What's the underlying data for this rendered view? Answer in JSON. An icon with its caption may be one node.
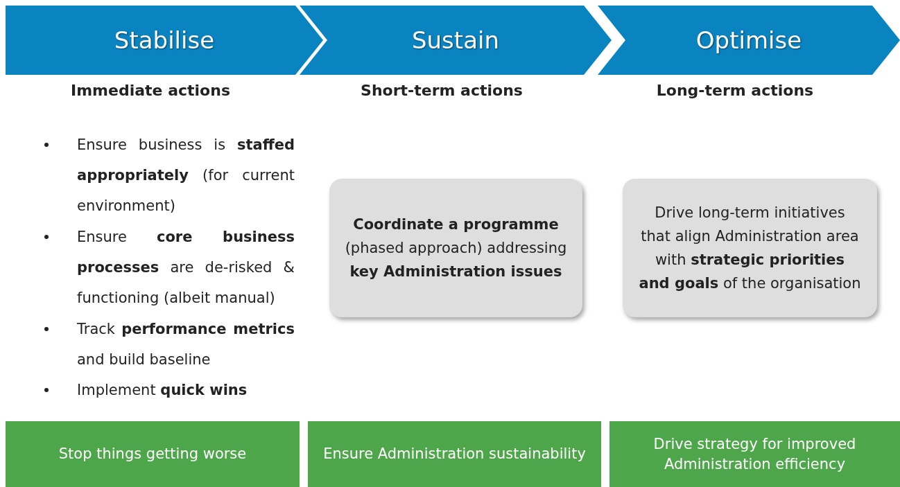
{
  "diagram": {
    "nodes": [
      {
        "text": [
          "Stabilise"
        ],
        "beside": [
          "Immediate actions"
        ]
      },
      {
        "text": [
          "Sustain"
        ],
        "beside": [
          "Short-term actions"
        ]
      },
      {
        "text": [
          "Optimise"
        ],
        "beside": [
          "Long-term actions"
        ]
      },
      {
        "text": [
          "**Coordinate a programme** (phased approach) addressing **key Administration issues**"
        ]
      },
      {
        "text": [
          "Drive long-term initiatives that align Administration area with **strategic priorities and goals** of the organisation"
        ]
      },
      {
        "text": [
          "Stop things getting worse"
        ]
      },
      {
        "text": [
          "Ensure Administration sustainability"
        ]
      },
      {
        "text": [
          "Drive strategy for improved Administration efficiency"
        ]
      }
    ],
    "edges": [],
    "labels": [
      "Ensure business is **staffed appropriately** (for current environment)",
      "Ensure **core business processes** are de-risked & functioning (albeit manual)",
      "Track **performance metrics** and build baseline",
      "Implement **quick wins**"
    ]
  }
}
